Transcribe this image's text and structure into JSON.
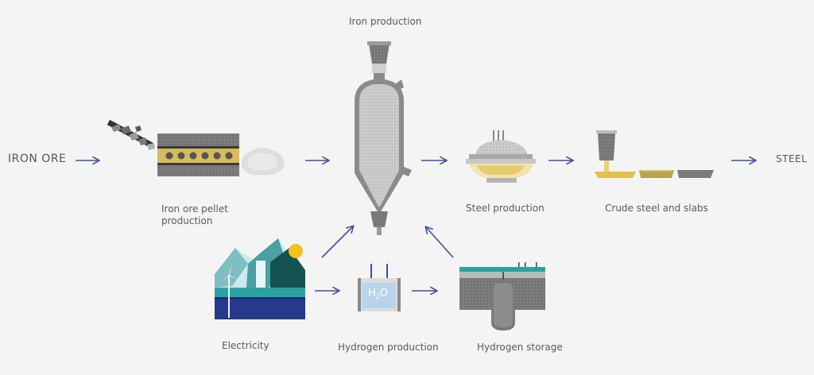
{
  "labels": {
    "iron_ore": "IRON ORE",
    "pellet_line1": "Iron ore pellet",
    "pellet_line2": "production",
    "iron_production": "Iron production",
    "steel_production": "Steel production",
    "crude_steel": "Crude steel and slabs",
    "steel": "STEEL",
    "electricity": "Electricity",
    "hydrogen_production": "Hydrogen production",
    "hydrogen_storage": "Hydrogen storage",
    "water_h": "H",
    "water_sub": "2",
    "water_o": "O"
  },
  "colors": {
    "arrow": "#3f4fa0",
    "gray_dark": "#5e5e5e",
    "gray_mid": "#9a9a9a",
    "gray_light": "#cfcfcf",
    "gold": "#e3c977",
    "teal": "#2aa3a0",
    "navy": "#263a8c",
    "sun": "#f2c21b",
    "dark_green": "#14524f"
  }
}
